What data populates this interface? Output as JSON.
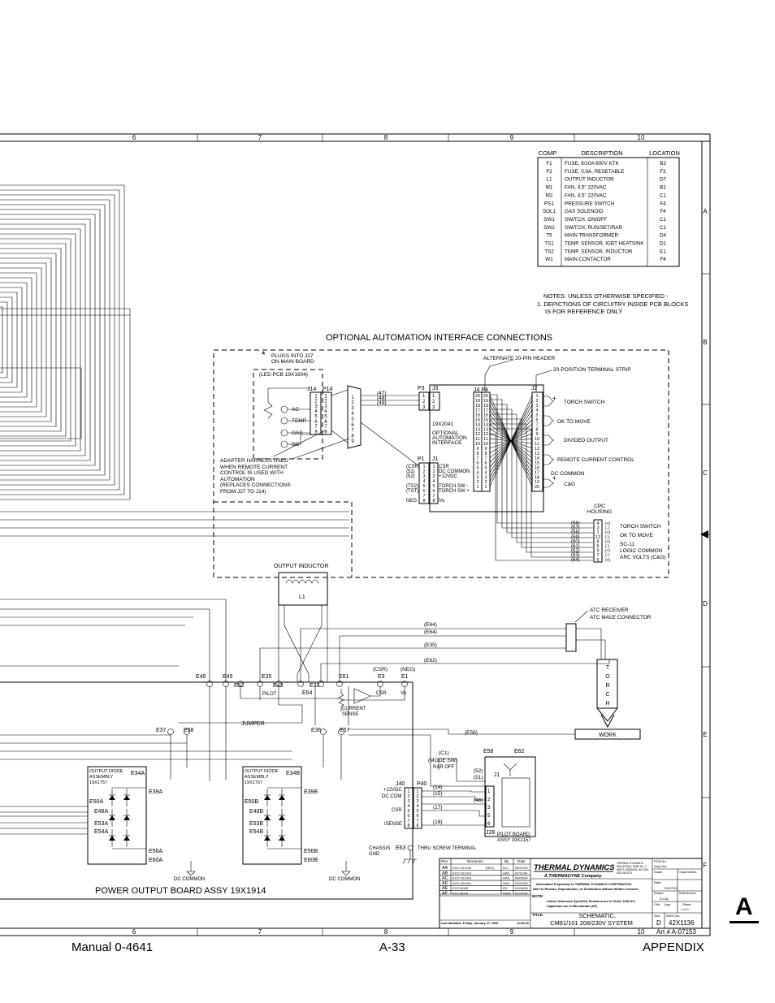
{
  "border": {
    "cols": [
      "6",
      "7",
      "8",
      "9",
      "10"
    ],
    "rows": [
      "A",
      "B",
      "C",
      "D",
      "E",
      "F"
    ]
  },
  "comp_table": {
    "headers": [
      "COMP",
      "DESCRIPTION",
      "LOCATION"
    ],
    "rows": [
      [
        "F1",
        "FUSE, 6/10A 600V KTK",
        "B2"
      ],
      [
        "F2",
        "FUSE, 0.9A, RESETABLE",
        "F3"
      ],
      [
        "L1",
        "OUTPUT INDUCTOR",
        "D7"
      ],
      [
        "M1",
        "FAN, 4.5\" 220VAC",
        "B1"
      ],
      [
        "M2",
        "FAN, 4.5\" 220VAC",
        "C1"
      ],
      [
        "PS1",
        "PRESSURE SWITCH",
        "F4"
      ],
      [
        "SOL1",
        "GAS SOLENOID",
        "F4"
      ],
      [
        "SW1",
        "SWITCH, ON/OFF",
        "C1"
      ],
      [
        "SW2",
        "SWITCH, RUN/SET/RAR",
        "C1"
      ],
      [
        "T5",
        "MAIN TRANSFORMER",
        "D4"
      ],
      [
        "TS1",
        "TEMP. SENSOR, IGBT HEATSINK",
        "D1"
      ],
      [
        "TS2",
        "TEMP. SENSOR, INDUCTOR",
        "E1"
      ],
      [
        "W1",
        "MAIN CONTACTOR",
        "F4"
      ]
    ]
  },
  "notes": {
    "line1": "NOTES: UNLESS OTHERWISE SPECIFIED -",
    "line2": "1. DEPICTIONS OF CIRCUITRY INSIDE PCB BLOCKS",
    "line3": "IS FOR REFERENCE ONLY"
  },
  "automation": {
    "title": "OPTIONAL AUTOMATION INTERFACE CONNECTIONS",
    "plugs_note1": "PLUGS INTO J27",
    "plugs_note2": "ON MAIN BOARD",
    "led_pcb": "(LED PCB 19X1604)",
    "j14": "J14",
    "p14": "P14",
    "leds": [
      "AC",
      "TEMP",
      "GAS",
      "DC"
    ],
    "wires_top": [
      "(47)",
      "(48)",
      "(49)"
    ],
    "p3": "P3",
    "j3": "J3",
    "j4p4": "J4 P4",
    "j2": "J2",
    "alt_header": "ALTERNATE 20-PIN HEADER",
    "terminal_strip": "20-POSITION TERMINAL STRIP",
    "board_id": "19X2041",
    "board_name": [
      "OPTIONAL",
      "AUTOMATION",
      "INTERFACE"
    ],
    "p1": "P1",
    "j1": "J1",
    "p1_signals": [
      "(CSR)",
      "(51)",
      "(52)",
      "(TS2)",
      "(TST)",
      "NEG"
    ],
    "j1_signals": [
      "CSR",
      "DC COMMON",
      "+12VDC",
      "TORCH SW -",
      "TORCH SW +",
      "Vo"
    ],
    "adapter_note": [
      "ADAPTER HARNESS USED",
      "WHEN REMOTE CURRENT",
      "CONTROL IS USED WITH",
      "AUTOMATION",
      "(REPLACES CONNECTIONS",
      "FROM J27 TO J14)"
    ],
    "outputs": [
      "TORCH SWITCH",
      "OK TO MOVE",
      "DIVIDED OUTPUT",
      "REMOTE CURRENT CONTROL",
      "DC COMMON",
      "C&G"
    ],
    "cpc_housing": [
      "CPC",
      "HOUSING"
    ],
    "cpc_wires": [
      "(56)",
      "(57)",
      "(58)",
      "(59)",
      "(60)",
      "(61)",
      "(62)",
      "(63)",
      "(64)"
    ],
    "cpc_labels": [
      "TORCH SWITCH",
      "OK TO MOVE",
      "SC-11",
      "LOGIC COMMON",
      "ARC VOLTS (C&G)"
    ]
  },
  "power_board": {
    "inductor_title": "OUTPUT INDUCTOR",
    "inductor_ref": "L1",
    "atc": [
      "ATC RECEIVER",
      "ATC MALE CONNECTOR"
    ],
    "wires": [
      "(E64)",
      "(E64)",
      "(E35)",
      "(E62)"
    ],
    "terms_top": [
      "E49",
      "E45",
      "E35",
      "E43",
      "E32",
      "E61",
      "E3",
      "E1"
    ],
    "e62": "E62",
    "e64": "E64",
    "csr_neg": [
      "(CSR)",
      "(NEG)"
    ],
    "pilot": "PILOT",
    "csr": "CSR",
    "vo": "Vo",
    "current_sense": [
      "CURRENT",
      "SENSE"
    ],
    "jumper": "JUMPER",
    "terms_mid": [
      "E37",
      "E58",
      "E36",
      "E57"
    ],
    "torch_letters": [
      "T",
      "O",
      "R",
      "C",
      "H"
    ],
    "work": "WORK",
    "e58_wire": "(E58)",
    "diode_a": [
      "OUTPUT DIODE",
      "ASSEMBLY",
      "19X1757"
    ],
    "diode_b": [
      "OUTPUT DIODE",
      "ASSEMBLY",
      "19X1757"
    ],
    "terms_a": [
      "E34A",
      "E39A",
      "E50A",
      "E48A",
      "E53A",
      "E54A",
      "E56A",
      "E60A"
    ],
    "terms_b": [
      "E34B",
      "E39B",
      "E50B",
      "E48B",
      "E53B",
      "E54B",
      "E56B",
      "E60B"
    ],
    "dc_common": "DC COMMON",
    "title": "POWER OUTPUT BOARD ASSY 19X1914",
    "mode_sw": [
      "(C1)",
      "(MODE SW)",
      "RAR OFF"
    ],
    "e58b": "E58",
    "e62b": "E62",
    "j1b": "J1",
    "j40": "J40",
    "p40": "P40",
    "j40_signals": [
      "+12VDC",
      "DC COM",
      "CSR",
      "ISENSE"
    ],
    "j40_wires": [
      "(14)",
      "(15)",
      "(17)",
      "(18)"
    ],
    "pilot_wires": [
      "(52)",
      "(51)",
      "(46)"
    ],
    "j28": "J28",
    "pilot_board": [
      "PILOT BOARD",
      "ASSY 19X2157"
    ],
    "chassis": [
      "CHASSIS",
      "GND"
    ],
    "e63": "E63",
    "thru_screw": "THRU SCREW TERMINAL"
  },
  "title_block": {
    "rev_headers": [
      "Rev",
      "Revisions",
      "By",
      "Date"
    ],
    "revs": [
      [
        "AA",
        "ECO 101136",
        "(REL)",
        "DLL",
        "05/27/03"
      ],
      [
        "AB",
        "ECO 101314",
        "",
        "HAS",
        "02/11/04"
      ],
      [
        "AC",
        "ECO 101429",
        "",
        "HAS",
        "06/03/04"
      ],
      [
        "AD",
        "ECO 101614",
        "",
        "HAS",
        "03/22/05"
      ],
      [
        "AE",
        "ECO B028",
        "",
        "RS",
        "01/06/06"
      ],
      [
        "AF",
        "ECO B016",
        "",
        "RWH",
        "01/27/06"
      ]
    ],
    "company": "THERMAL DYNAMICS",
    "company_sub": "A THERMADYNE Company",
    "address": [
      "THERMAL DYNAMICS",
      "INDUSTRIAL PARK No. 2",
      "WEST LEBANON, NH USA",
      "603-298-5711"
    ],
    "prop1": "Information Proprietary to THERMAL DYNAMICS CORPORATION.",
    "prop2": "Not For Release, Reproduction, or Distribution without Written Consent.",
    "note_label": "NOTE:",
    "note1": "Unless Otherwise Specified, Resistors are in Ohms 1/4W 5%.",
    "note2": "Capacitors are in Microfarads (UF)",
    "pcb_no": "PCB No:",
    "assy_no": "Assy No:",
    "scale": "Scale",
    "supersedes": "Supersedes",
    "date_label": "Date:",
    "date_val": "05/27/03",
    "references": "References",
    "drawn": "Drawn:",
    "drawn_val": "D.LBy",
    "chk": "Chk:",
    "app": "App:",
    "sheet": "Sheet",
    "sheet_val": "1  of  1",
    "title_label": "TITLE:",
    "title1": "SCHEMATIC,",
    "title2": "CM81/101  208/230V SYSTEM",
    "size_label": "Size",
    "size_val": "D",
    "dwg_label": "DWG No:",
    "dwg_val": "42X1136",
    "last_mod": "Last Modified:  Friday, January 27, 2006",
    "time": "11:05:20",
    "art": "Art # A-07153"
  },
  "footer": {
    "left": "Manual 0-4641",
    "center": "A-33",
    "right": "APPENDIX",
    "tab": "A"
  }
}
